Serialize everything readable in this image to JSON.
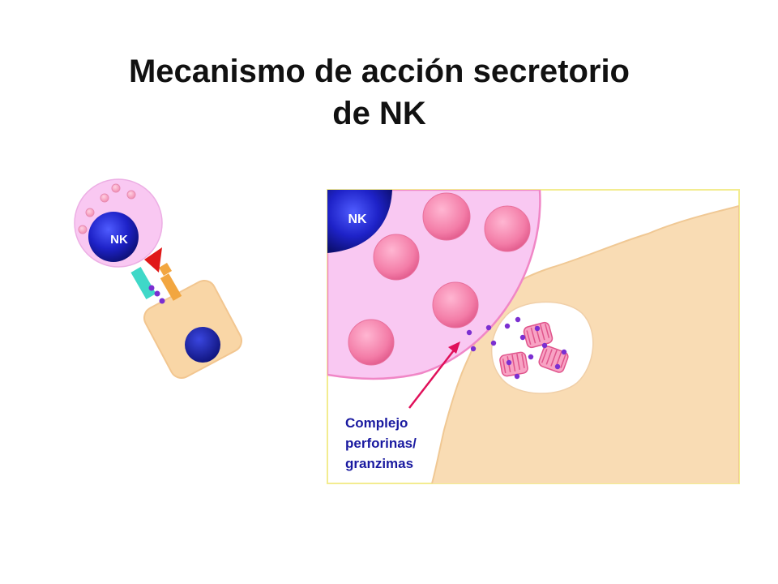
{
  "title": {
    "line1": "Mecanismo de acción secretorio",
    "line2": "de NK"
  },
  "left_panel": {
    "nk_label": "NK"
  },
  "right_panel": {
    "nk_label": "NK",
    "callout": {
      "line1": "Complejo",
      "line2": "perforinas/",
      "line3": "granzimas"
    }
  },
  "colors": {
    "nk_nucleus": "#1a1aa8",
    "nk_cytoplasm": "#f9c8f2",
    "granule": "#f27aa4",
    "target_cell": "#f9d9b0",
    "perforin_dot": "#7b2fd1",
    "arrow": "#e0105a",
    "label_text": "#1a1aa0"
  }
}
